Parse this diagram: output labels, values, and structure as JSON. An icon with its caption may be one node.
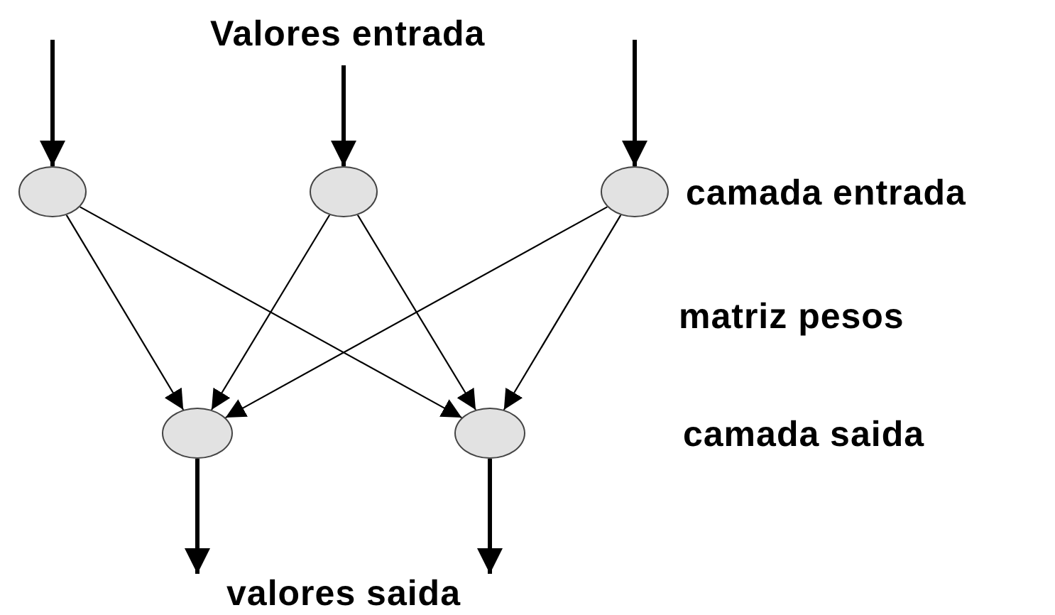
{
  "diagram": {
    "nodes": [
      {
        "text": [],
        "shape": "circle"
      },
      {
        "text": [],
        "shape": "circle"
      },
      {
        "text": [],
        "shape": "circle"
      },
      {
        "text": [],
        "shape": "circle"
      },
      {
        "text": [],
        "shape": "circle"
      },
      {
        "text": [
          "valores saida"
        ]
      }
    ],
    "edges": [
      {
        "from": null,
        "to": 0,
        "arrow": "to",
        "style": "thick"
      },
      {
        "from": null,
        "to": 1,
        "arrow": "to",
        "style": "thick"
      },
      {
        "from": null,
        "to": 2,
        "arrow": "to",
        "style": "thick"
      },
      {
        "from": 0,
        "to": 3,
        "arrow": "to"
      },
      {
        "from": 0,
        "to": 4,
        "arrow": "to"
      },
      {
        "from": 1,
        "to": 3,
        "arrow": "to"
      },
      {
        "from": 1,
        "to": 4,
        "arrow": "to"
      },
      {
        "from": 2,
        "to": 3,
        "arrow": "to"
      },
      {
        "from": 2,
        "to": 4,
        "arrow": "to"
      },
      {
        "from": 3,
        "to": 5,
        "arrow": "to",
        "style": "thick"
      },
      {
        "from": 4,
        "to": 5,
        "arrow": "to",
        "style": "thick"
      }
    ],
    "labels": [
      "Valores entrada",
      "camada entrada",
      "matriz pesos",
      "camada saida"
    ]
  }
}
